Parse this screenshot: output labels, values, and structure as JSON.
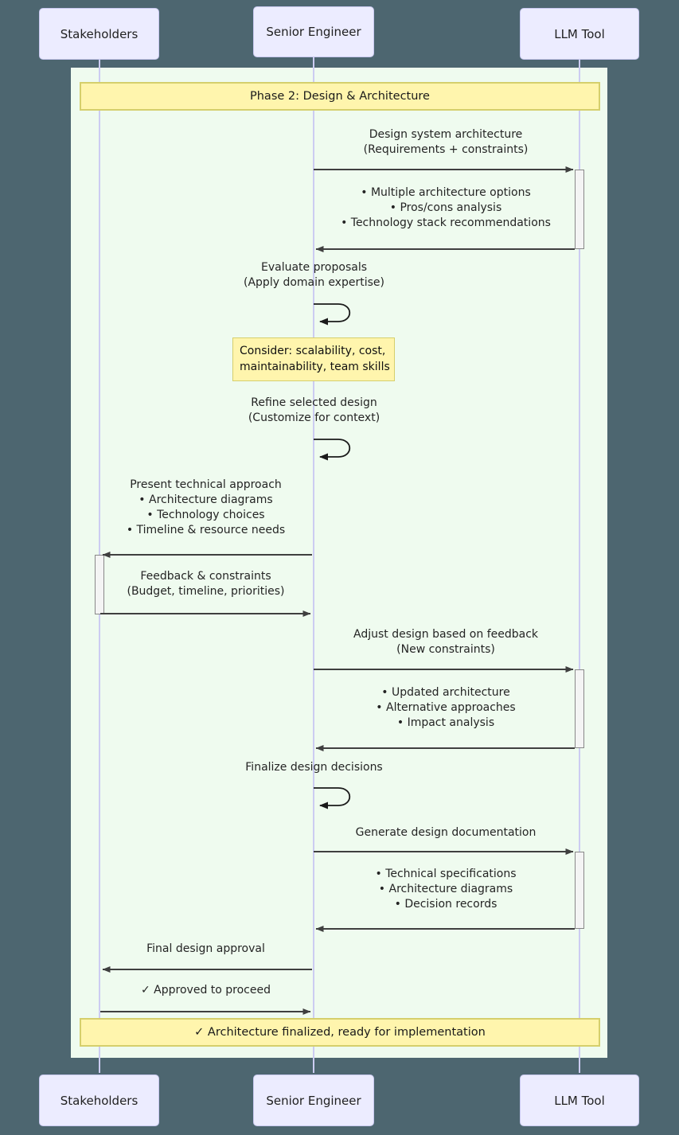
{
  "diagram": {
    "type": "sequence-diagram",
    "background_color": "#4d6670",
    "phase_background_color": "#effbef",
    "participant_fill": "#ececff",
    "banner_fill": "#fff5ad",
    "note_fill": "#fff5ad",
    "line_color": "#3f3f3f"
  },
  "participants": [
    {
      "id": "stakeholders",
      "label": "Stakeholders"
    },
    {
      "id": "senior_engineer",
      "label": "Senior Engineer"
    },
    {
      "id": "llm_tool",
      "label": "LLM Tool"
    }
  ],
  "phase": {
    "banner_top": "Phase 2: Design & Architecture",
    "banner_bottom": "✓ Architecture finalized, ready for implementation"
  },
  "notes": [
    {
      "id": "consider-note",
      "lines": [
        "Consider: scalability, cost,",
        "maintainability, team skills"
      ]
    }
  ],
  "messages": [
    {
      "id": "m1",
      "from": "senior_engineer",
      "to": "llm_tool",
      "direction": "right",
      "lines": [
        "Design system architecture",
        "(Requirements + constraints)"
      ]
    },
    {
      "id": "m2",
      "from": "llm_tool",
      "to": "senior_engineer",
      "direction": "left",
      "lines": [
        "• Multiple architecture options",
        "• Pros/cons analysis",
        "• Technology stack recommendations"
      ]
    },
    {
      "id": "m3",
      "from": "senior_engineer",
      "to": "senior_engineer",
      "direction": "self",
      "lines": [
        "Evaluate proposals",
        "(Apply domain expertise)"
      ]
    },
    {
      "id": "m4",
      "from": "senior_engineer",
      "to": "senior_engineer",
      "direction": "self",
      "lines": [
        "Refine selected design",
        "(Customize for context)"
      ]
    },
    {
      "id": "m5",
      "from": "senior_engineer",
      "to": "stakeholders",
      "direction": "left",
      "lines": [
        "Present technical approach",
        "• Architecture diagrams",
        "• Technology choices",
        "• Timeline & resource needs"
      ]
    },
    {
      "id": "m6",
      "from": "stakeholders",
      "to": "senior_engineer",
      "direction": "right",
      "lines": [
        "Feedback & constraints",
        "(Budget, timeline, priorities)"
      ]
    },
    {
      "id": "m7",
      "from": "senior_engineer",
      "to": "llm_tool",
      "direction": "right",
      "lines": [
        "Adjust design based on feedback",
        "(New constraints)"
      ]
    },
    {
      "id": "m8",
      "from": "llm_tool",
      "to": "senior_engineer",
      "direction": "left",
      "lines": [
        "• Updated architecture",
        "• Alternative approaches",
        "• Impact analysis"
      ]
    },
    {
      "id": "m9",
      "from": "senior_engineer",
      "to": "senior_engineer",
      "direction": "self",
      "lines": [
        "Finalize design decisions"
      ]
    },
    {
      "id": "m10",
      "from": "senior_engineer",
      "to": "llm_tool",
      "direction": "right",
      "lines": [
        "Generate design documentation"
      ]
    },
    {
      "id": "m11",
      "from": "llm_tool",
      "to": "senior_engineer",
      "direction": "left",
      "lines": [
        "• Technical specifications",
        "• Architecture diagrams",
        "• Decision records"
      ]
    },
    {
      "id": "m12",
      "from": "senior_engineer",
      "to": "stakeholders",
      "direction": "left",
      "lines": [
        "Final design approval"
      ]
    },
    {
      "id": "m13",
      "from": "stakeholders",
      "to": "senior_engineer",
      "direction": "right",
      "lines": [
        "✓ Approved to proceed"
      ]
    }
  ]
}
